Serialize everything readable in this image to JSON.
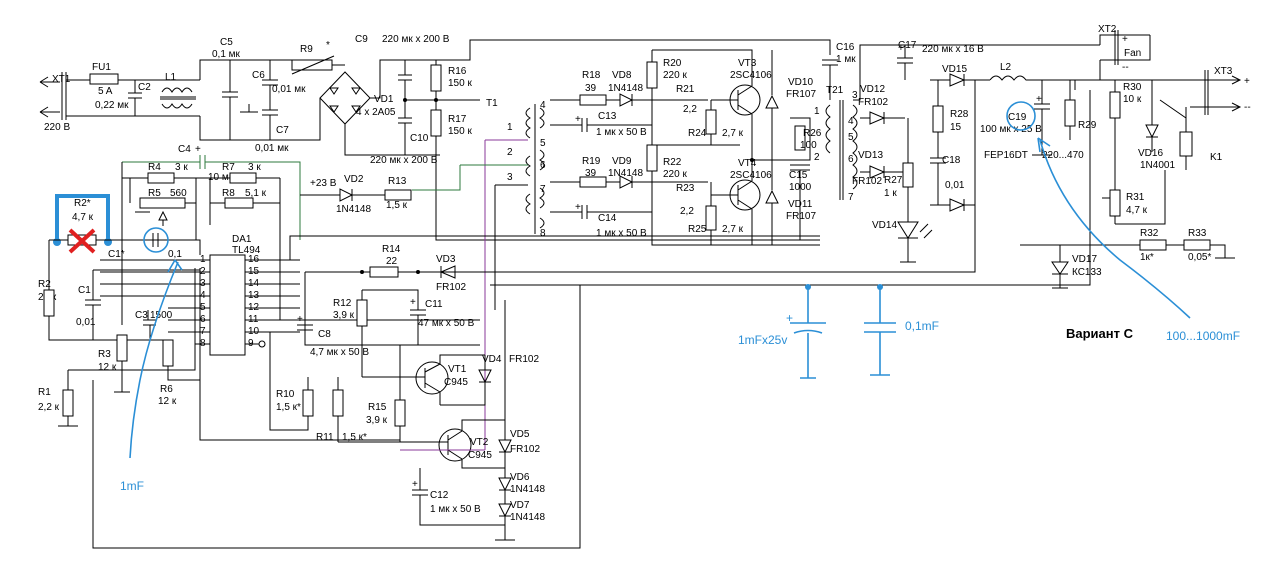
{
  "labels": {
    "xt1": "XT1",
    "v220": "220 В",
    "fu1": "FU1",
    "fu1_val": "5 A",
    "c2": "C2",
    "c2_val": "0,22 мк",
    "l1": "L1",
    "c5": "C5",
    "c5_val": "0,1 мк",
    "c6": "C6",
    "c6_val": "0,01 мк",
    "c7": "C7",
    "c7_val": "0,01 мк",
    "r9": "R9",
    "r9_star": "*",
    "vd1": "VD1",
    "vd1_val": "4 x 2A05",
    "c9": "C9",
    "c9_val": "220 мк x 200 В",
    "c10": "C10",
    "c10_val": "220 мк x 200 В",
    "r16": "R16",
    "r16_val": "150 к",
    "r17": "R17",
    "r17_val": "150 к",
    "c16": "C16",
    "c16_val": "1 мк",
    "t1": "T1",
    "t1_pins": [
      "4",
      "1",
      "5",
      "2",
      "6",
      "3",
      "7",
      "8"
    ],
    "t21": "T21",
    "t21_pins": [
      "1",
      "2",
      "3",
      "4",
      "5",
      "6",
      "7"
    ],
    "r18": "R18",
    "r18_val": "39",
    "r19": "R19",
    "r19_val": "39",
    "vd8": "VD8",
    "vd8_val": "1N4148",
    "vd9": "VD9",
    "vd9_val": "1N4148",
    "c13": "C13",
    "c13_val": "1 мк x 50 В",
    "c14": "C14",
    "c14_val": "1 мк x 50 В",
    "r20": "R20",
    "r20_val": "220 к",
    "r22": "R22",
    "r22_val": "220 к",
    "r21": "R21",
    "r21_val": "2,2",
    "r23": "R23",
    "r23_val": "2,2",
    "r24": "R24",
    "r24_val": "2,7 к",
    "r25": "R25",
    "r25_val": "2,7 к",
    "vt3": "VT3",
    "vt3_val": "2SC4106",
    "vt4": "VT4",
    "vt4_val": "2SC4106",
    "vd10": "VD10",
    "vd10_val": "FR107",
    "vd11": "VD11",
    "vd11_val": "FR107",
    "r26": "R26",
    "r26_val": "100",
    "c15": "C15",
    "c15_val": "1000",
    "c17": "C17",
    "c17_val": "220 мк x 16 В",
    "vd12": "VD12",
    "vd12_val": "FR102",
    "vd13": "VD13",
    "vd13_val": "FR102",
    "vd14": "VD14",
    "vd15": "VD15",
    "r27": "R27",
    "r27_val": "1 к",
    "r28": "R28",
    "r28_val": "15",
    "c18": "C18",
    "c18_val": "0,01",
    "l2": "L2",
    "c19": "C19",
    "c19_val": "100 мк x 25 В",
    "fep": "FEP16DT",
    "r29": "R29",
    "r29_val": "220...470",
    "xt2": "XT2",
    "fan": "Fan",
    "plus": "+",
    "minus": "--",
    "xt3": "XT3",
    "r30": "R30",
    "r30_val": "10 к",
    "vd16": "VD16",
    "vd16_val": "1N4001",
    "k1": "K1",
    "r31": "R31",
    "r31_val": "4,7 к",
    "r32": "R32",
    "r32_val": "1к*",
    "r33": "R33",
    "r33_val": "0,05*",
    "vd17": "VD17",
    "vd17_val": "КС133",
    "c4": "C4",
    "c4_val": "10 мк",
    "r4": "R4",
    "r4_val": "3 к",
    "r7": "R7",
    "r7_val": "3 к",
    "r5": "R5",
    "r5_val": "560",
    "r8": "R8",
    "r8_val": "5,1 к",
    "r2s": "R2*",
    "r2s_val": "4,7 к",
    "v23": "+23 В",
    "vd2": "VD2",
    "vd2_val": "1N4148",
    "r13": "R13",
    "r13_val": "1,5 к",
    "c1s": "C1*",
    "c1s_val": "0,1",
    "da1": "DA1",
    "da1_val": "TL494",
    "da1_pins_left": [
      "1",
      "2",
      "3",
      "4",
      "5",
      "6",
      "7",
      "8"
    ],
    "da1_pins_right": [
      "16",
      "15",
      "14",
      "13",
      "12",
      "11",
      "10",
      "9"
    ],
    "r14": "R14",
    "r14_val": "22",
    "vd3": "VD3",
    "vd3_val": "FR102",
    "r2": "R2",
    "r2_val": "27 к",
    "c1": "C1",
    "c1_val": "0,01",
    "c3": "C3",
    "c3_val": "1500",
    "r3": "R3",
    "r3_val": "12 к",
    "r6": "R6",
    "r6_val": "12 к",
    "r1": "R1",
    "r1_val": "2,2 к",
    "r12": "R12",
    "r12_val": "3,9 к",
    "c11": "C11",
    "c11_val": "47 мк x 50 В",
    "c8": "C8",
    "c8_val": "4,7 мк x 50 В",
    "vt1": "VT1",
    "vt1_val": "C945",
    "vt2": "VT2",
    "vt2_val": "C945",
    "vd4": "VD4",
    "vd4_val": "FR102",
    "r10": "R10",
    "r10_val": "1,5 к*",
    "r11": "R11",
    "r11_val": "1,5 к*",
    "r15": "R15",
    "r15_val": "3,9 к",
    "vd5": "VD5",
    "vd5_val": "FR102",
    "vd6": "VD6",
    "vd6_val": "1N4148",
    "vd7": "VD7",
    "vd7_val": "1N4148",
    "c12": "C12",
    "c12_val": "1 мк x 50 В",
    "variant": "Вариант С"
  },
  "annotations": {
    "cap_1mf_25v": "1mFx25v",
    "cap_01mf": "0,1mF",
    "c1_note": "1mF",
    "c19_note": "100...1000mF",
    "plus_sign": "+"
  },
  "colors": {
    "wire": "#000000",
    "purple_wire": "#8a3a9a",
    "green_wire": "#2c7a3c",
    "annotation_blue": "#2b8fd6",
    "cross_red": "#e02020"
  }
}
